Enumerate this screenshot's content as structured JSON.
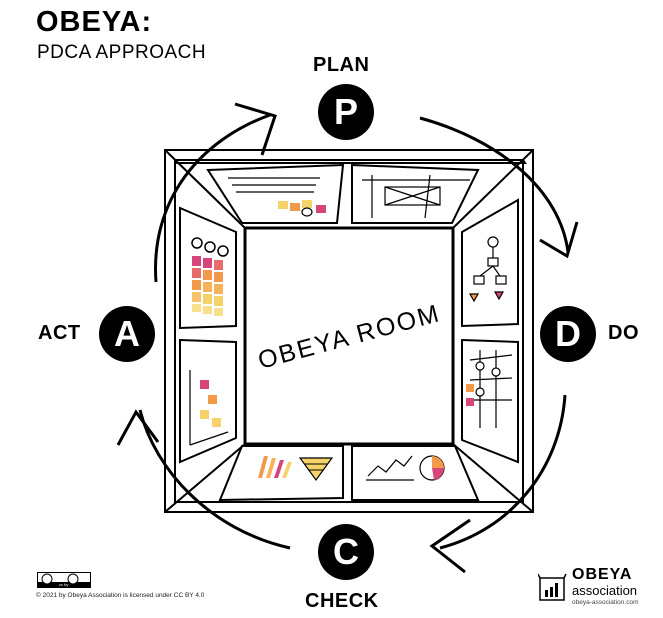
{
  "header": {
    "title": "OBEYA:",
    "subtitle": "PDCA APPROACH"
  },
  "room": {
    "label": "OBEYA ROOM"
  },
  "phases": {
    "plan": {
      "label": "PLAN",
      "letter": "P"
    },
    "do": {
      "label": "DO",
      "letter": "D"
    },
    "check": {
      "label": "CHECK",
      "letter": "C"
    },
    "act": {
      "label": "ACT",
      "letter": "A"
    }
  },
  "footer": {
    "license": "© 2021 by Obeya Association is licensed under CC BY 4.0",
    "cc_badge": "cc by",
    "brand_name": "OBEYA",
    "brand_sub": "association",
    "brand_url": "obeya-association.com"
  },
  "colors": {
    "ink": "#000000",
    "pink": "#d8457a",
    "orange": "#f29a4a",
    "yellow": "#f6d36a"
  },
  "icons": [
    "cycle-arrow-icon",
    "creative-commons-icon",
    "obeya-logo-icon"
  ]
}
